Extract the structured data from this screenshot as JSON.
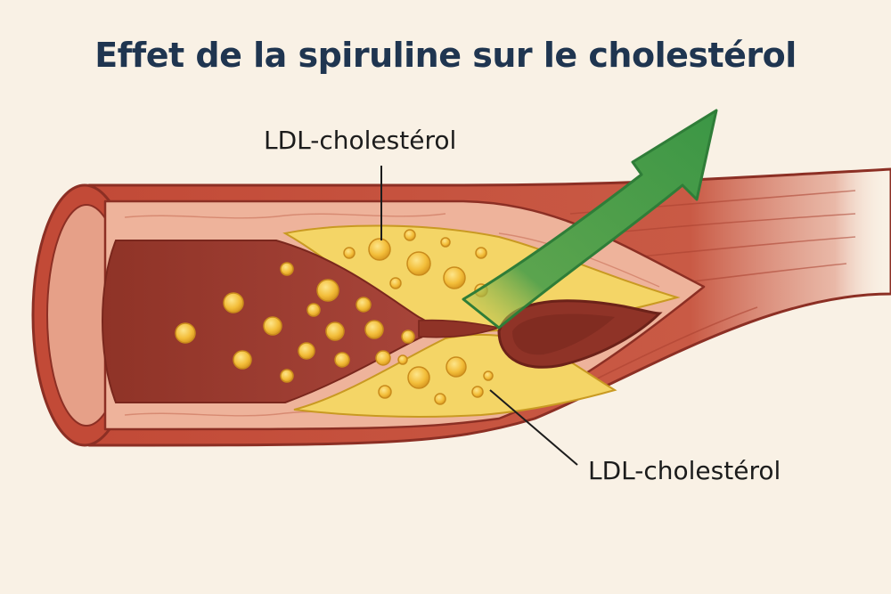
{
  "title": "Effet de la spiruline sur le cholestérol",
  "labels": {
    "top": "LDL-cholestérol",
    "bottom": "LDL-cholestérol"
  },
  "colors": {
    "background": "#f9f1e5",
    "title": "#1f3550",
    "artery_wall": "#c44f3b",
    "artery_wall_dark": "#8c2f24",
    "lumen": "#9c3b2e",
    "intima": "#ecae95",
    "plaque": "#f3d35e",
    "particle": "#f2b634",
    "arrow": "#3f9c4a"
  },
  "icons": {
    "arrow": "upward-arrow-icon"
  }
}
